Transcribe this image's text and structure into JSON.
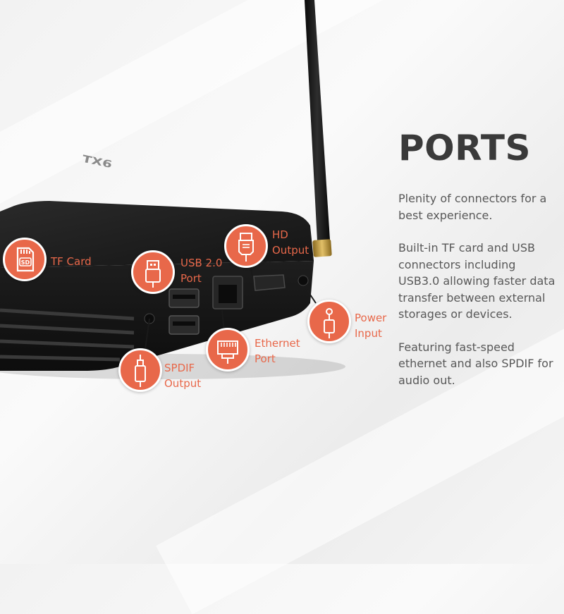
{
  "heading": "PORTS",
  "paragraphs": [
    "Plenity of connectors for a best experience.",
    "Built-in TF card and USB connectors including USB3.0 allowing faster data transfer between external storages or devices.",
    "Featuring fast-speed ethernet and also SPDIF for audio out."
  ],
  "device_logo": "TX6",
  "callouts": {
    "tf_card": {
      "line1": "TF Card",
      "icon": "sd-card-icon",
      "icon_text": "SD"
    },
    "usb": {
      "line1": "USB 2.0",
      "line2": "Port",
      "icon": "usb-icon"
    },
    "hd": {
      "line1": "HD",
      "line2": "Output",
      "icon": "hdmi-icon"
    },
    "spdif": {
      "line1": "SPDIF",
      "line2": "Output",
      "icon": "spdif-icon"
    },
    "ethernet": {
      "line1": "Ethernet",
      "line2": "Port",
      "icon": "ethernet-icon"
    },
    "power": {
      "line1": "Power",
      "line2": "Input",
      "icon": "power-plug-icon"
    }
  },
  "colors": {
    "accent": "#e8684a",
    "device": "#1c1c1c",
    "antenna_tip": "#c8a040"
  }
}
